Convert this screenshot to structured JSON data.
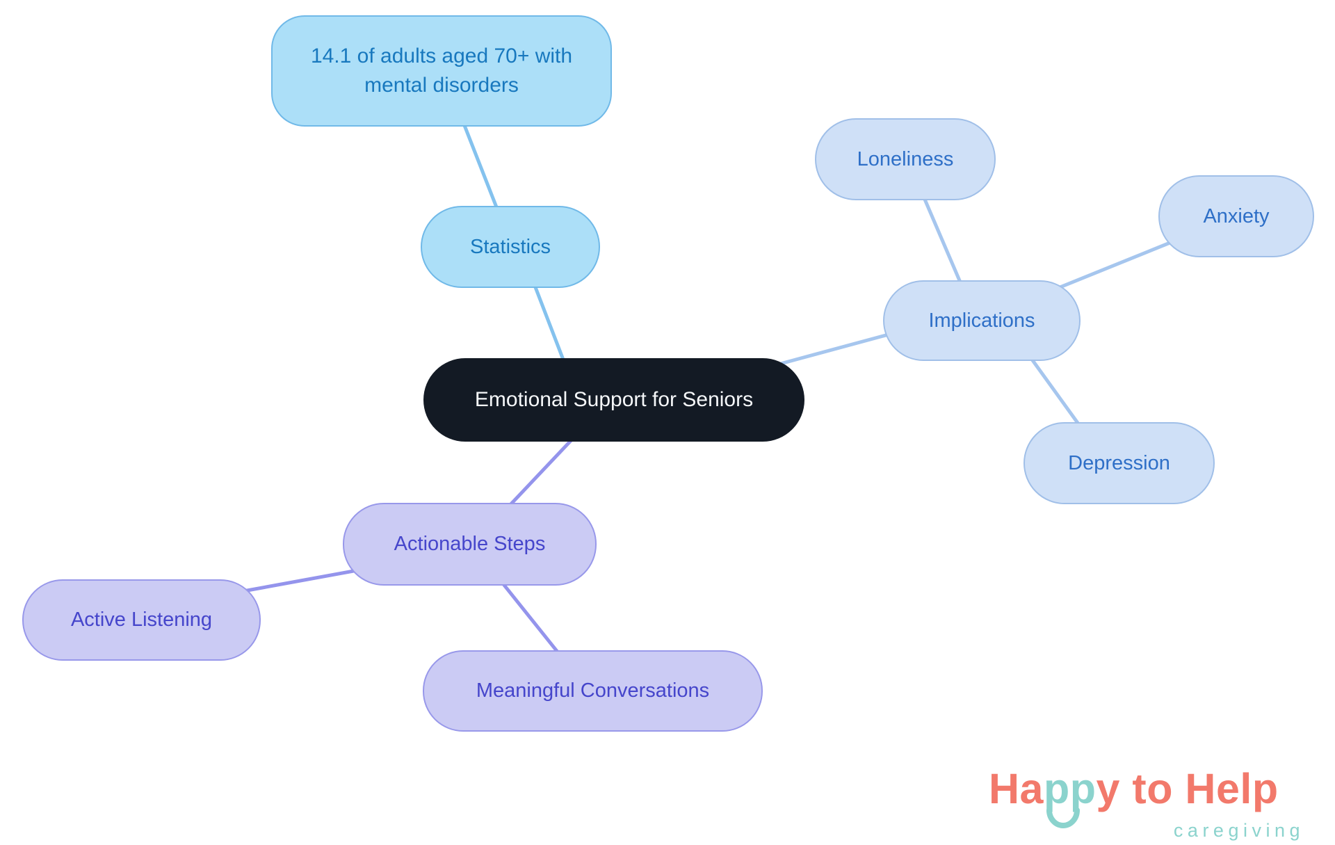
{
  "nodes": {
    "central": {
      "label": "Emotional Support for Seniors"
    },
    "statistics": {
      "label": "Statistics"
    },
    "statistics_detail": {
      "label": "14.1 of adults aged 70+ with mental disorders"
    },
    "implications": {
      "label": "Implications"
    },
    "loneliness": {
      "label": "Loneliness"
    },
    "anxiety": {
      "label": "Anxiety"
    },
    "depression": {
      "label": "Depression"
    },
    "actionable_steps": {
      "label": "Actionable Steps"
    },
    "active_listening": {
      "label": "Active Listening"
    },
    "meaningful_conversations": {
      "label": "Meaningful Conversations"
    }
  },
  "colors": {
    "central_bg": "#131A24",
    "central_text": "#F5F7F9",
    "sky_fill": "#ACDFF8",
    "sky_border": "#70B9E8",
    "sky_text": "#1878BE",
    "periwinkle_fill": "#CFE0F7",
    "periwinkle_border": "#A0BFE8",
    "periwinkle_text": "#2E6FC7",
    "purple_fill": "#CBCBF4",
    "purple_border": "#9898EA",
    "purple_text": "#4545CB",
    "edge_sky": "#84C2EE",
    "edge_periwinkle": "#A6C6EE",
    "edge_purple": "#9494EC",
    "logo_coral": "#F2796B",
    "logo_teal": "#8BD3CD"
  },
  "logo": {
    "part1": "Ha",
    "part2": "pp",
    "part3": "y to Help",
    "tagline": "caregiving"
  }
}
